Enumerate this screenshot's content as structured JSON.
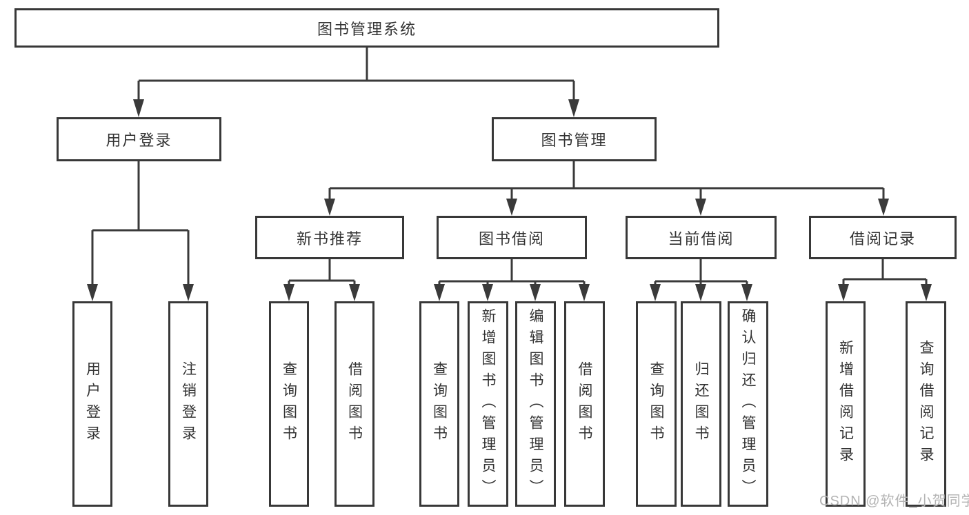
{
  "tree": {
    "root": "图书管理系统",
    "branches": [
      {
        "label": "用户登录",
        "children": [
          "用户登录",
          "注销登录"
        ]
      },
      {
        "label": "图书管理",
        "groups": [
          {
            "label": "新书推荐",
            "children": [
              "查询图书",
              "借阅图书"
            ]
          },
          {
            "label": "图书借阅",
            "children": [
              "查询图书",
              "新增图书（管理员）",
              "编辑图书（管理员）",
              "借阅图书"
            ]
          },
          {
            "label": "当前借阅",
            "children": [
              "查询图书",
              "归还图书",
              "确认归还（管理员）"
            ]
          },
          {
            "label": "借阅记录",
            "children": [
              "新增借阅记录",
              "查询借阅记录"
            ]
          }
        ]
      }
    ]
  },
  "watermark": {
    "text": "CSDN @软件_小贺同学"
  },
  "colors": {
    "line": "#3a3a3a",
    "box_border": "#383838",
    "text": "#333333",
    "watermark": "#b3b3b3"
  }
}
